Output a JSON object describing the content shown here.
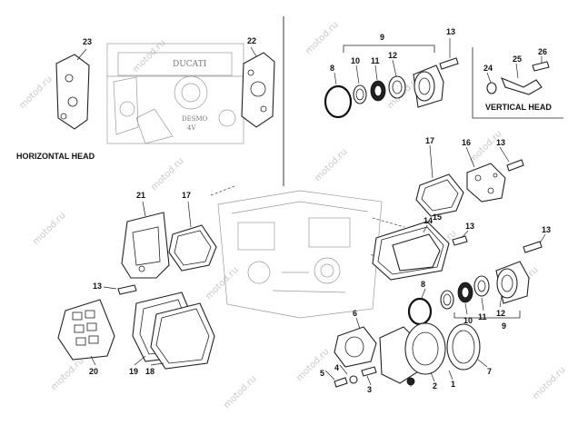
{
  "diagram": {
    "watermark": "motod.ru",
    "sections": {
      "horizontal_head": "HORIZONTAL HEAD",
      "vertical_head": "VERTICAL HEAD"
    },
    "engine_marks": {
      "brand": "DUCATI",
      "line1": "DESMO",
      "line2": "4V"
    },
    "labels": {
      "l1": "1",
      "l2": "2",
      "l3": "3",
      "l4": "4",
      "l5": "5",
      "l6": "6",
      "l7": "7",
      "l8a": "8",
      "l8b": "8",
      "l9a": "9",
      "l9b": "9",
      "l10a": "10",
      "l10b": "10",
      "l11a": "11",
      "l11b": "11",
      "l12a": "12",
      "l12b": "12",
      "l13a": "13",
      "l13b": "13",
      "l13c": "13",
      "l13d": "13",
      "l13e": "13",
      "l14": "14",
      "l15": "15",
      "l16": "16",
      "l17a": "17",
      "l17b": "17",
      "l18": "18",
      "l19": "19",
      "l20": "20",
      "l21": "21",
      "l22": "22",
      "l23": "23",
      "l24": "24",
      "l25": "25",
      "l26": "26"
    }
  }
}
